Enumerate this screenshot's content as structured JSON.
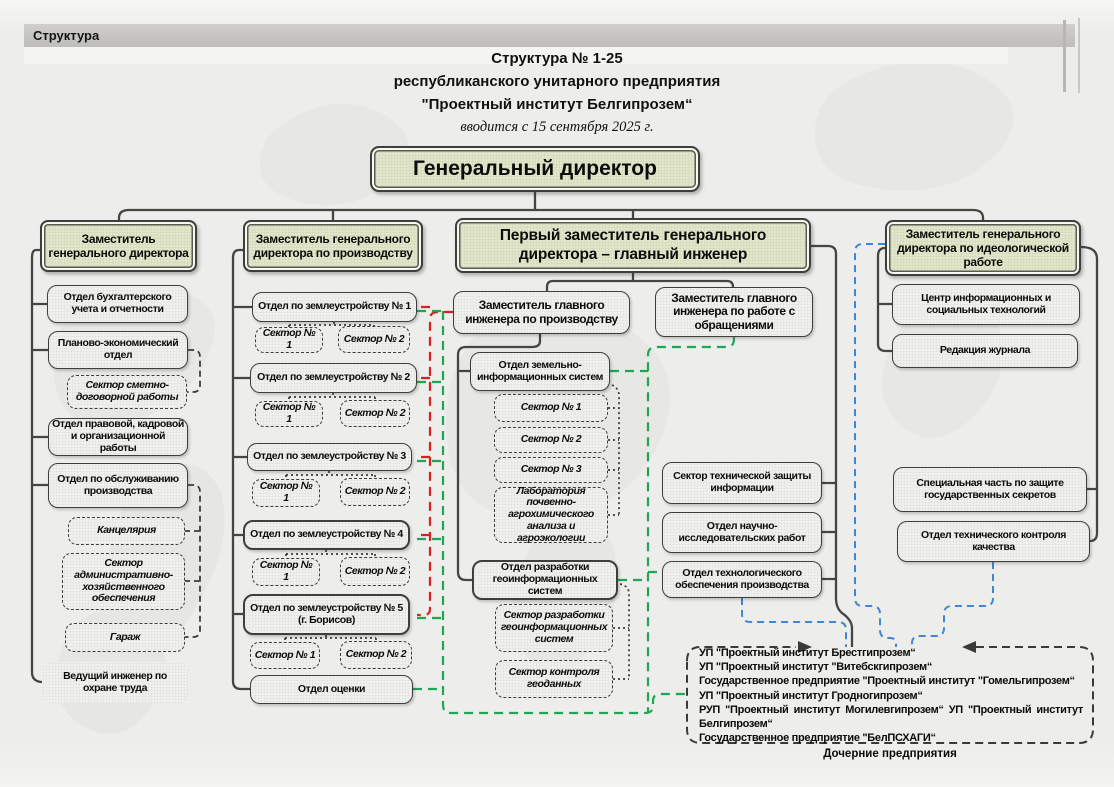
{
  "tab": {
    "label": "Структура"
  },
  "title": {
    "line1": "Структура № 1-25",
    "line2": "республиканского унитарного предприятия",
    "line3": "\"Проектный институт Белгипрозем“",
    "note": "вводится с 15 сентября 2025 г."
  },
  "director": {
    "label": "Генеральный директор"
  },
  "col1": {
    "header": "Заместитель генерального директора",
    "b1": "Отдел бухгалтерского учета и отчетности",
    "b2": "Планово-экономический отдел",
    "d1": "Сектор сметно-договорной работы",
    "b3": "Отдел правовой, кадровой и организационной работы",
    "b4": "Отдел по обслуживанию производства",
    "d2": "Канцелярия",
    "d3": "Сектор административно-хозяйственного обеспечения",
    "d4": "Гараж",
    "dd1": "Ведущий инженер по охране труда"
  },
  "col2": {
    "header": "Заместитель генерального директора по производству",
    "u1": "Отдел по землеустройству № 1",
    "u2": "Отдел по землеустройству № 2",
    "u3": "Отдел по землеустройству № 3",
    "u4": "Отдел по землеустройству № 4",
    "u5": "Отдел по землеустройству № 5 (г. Борисов)",
    "sector1": "Сектор № 1",
    "sector2": "Сектор № 2",
    "eval": "Отдел оценки"
  },
  "col3": {
    "header": "Первый заместитель генерального директора – главный инженер",
    "dep1": "Заместитель главного инженера по производству",
    "dep2": "Заместитель главного инженера по работе с обращениями",
    "zis": "Отдел земельно-информационных систем",
    "s1": "Сектор № 1",
    "s2": "Сектор № 2",
    "s3": "Сектор № 3",
    "lab": "Лаборатория почвенно-агрохимического анализа и агроэкологии",
    "gis": "Отдел разработки геоинформационных систем",
    "gs1": "Сектор разработки геоинформационных систем",
    "gs2": "Сектор контроля геоданных",
    "r1": "Сектор технической защиты информации",
    "r2": "Отдел научно-исследовательских работ",
    "r3": "Отдел технологического обеспечения производства"
  },
  "col4": {
    "header": "Заместитель генерального директора по идеологической работе",
    "b1": "Центр информационных и социальных технологий",
    "b2": "Редакция журнала",
    "b3": "Специальная часть по защите государственных секретов",
    "b4": "Отдел технического контроля качества"
  },
  "subsidiaries": {
    "caption": "Дочерние предприятия",
    "lines": [
      "УП \"Проектный институт Брестгипрозем“",
      "УП \"Проектный институт \"Витебскгипрозем“",
      "Государственное предприятие \"Проектный институт \"Гомельгипрозем“",
      "УП \"Проектный институт Гродногипрозем“",
      "РУП \"Проектный институт Могилевгипрозем“ УП \"Проектный институт Белгипрозем“",
      "Государственное предприятие \"БелПСХАГИ“"
    ]
  },
  "colors": {
    "header_fill": "#e2e6cc",
    "box_fill": "#f1f1ef",
    "line_dark": "#454541",
    "line_red": "#d92121",
    "line_green": "#1ea652",
    "line_blue": "#3f86d4",
    "tabbar": "#c5c4c2"
  }
}
